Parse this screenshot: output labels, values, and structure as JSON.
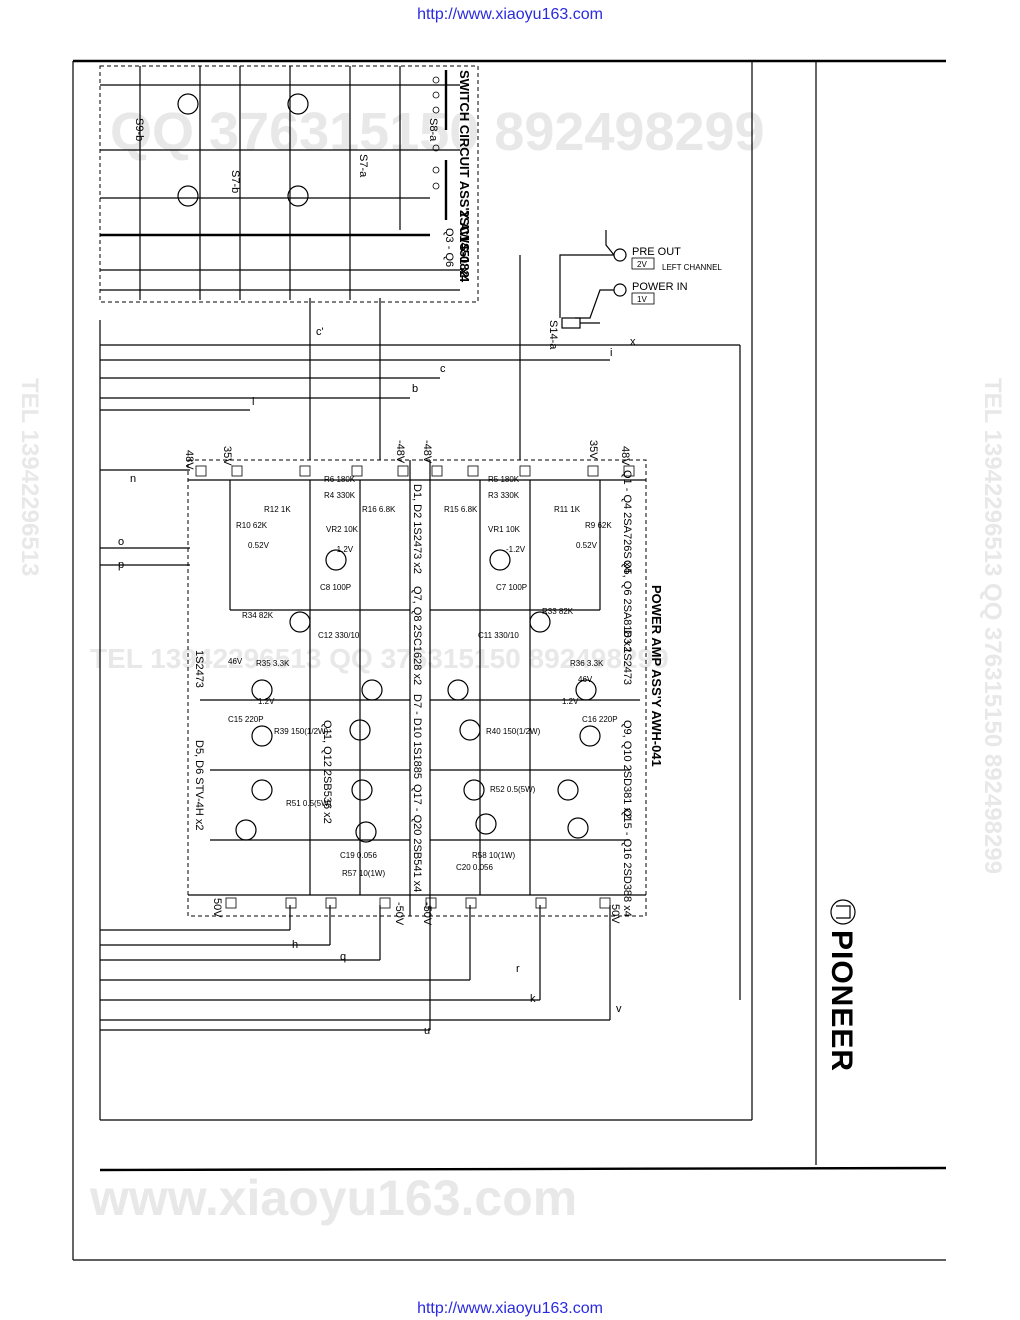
{
  "header_url": "http://www.xiaoyu163.com",
  "footer_url": "http://www.xiaoyu163.com",
  "watermarks": {
    "qq": "QQ 376315150  892498299",
    "tel_right": "TEL 13942296513  QQ 376315150  892498299",
    "tel_left": "TEL 13942296513",
    "tel_middle": "TEL 13942296513  QQ 376315150  892498299",
    "site": "www.xiaoyu163.com"
  },
  "switch_assy": {
    "title": "SWITCH CIRCUIT ASS'Y  AWS-082",
    "part_note": "2SC1451 x4",
    "transistors": "Q3 - Q6",
    "switches": [
      "S8-a",
      "S7-a",
      "S9-b",
      "S7-b"
    ]
  },
  "output_jacks": {
    "pre_out": "PRE OUT",
    "pre_out_level": "2V",
    "channel": "LEFT CHANNEL",
    "power_in": "POWER IN",
    "power_in_level": "1V",
    "switch": "S14-a"
  },
  "power_amp": {
    "title": "POWER AMP ASS'Y  AWH-041",
    "parts": [
      "Q1 - Q4  2SA726S x4",
      "Q5, Q6  2SA818 x2",
      "D3  1S2473",
      "Q9, Q10  2SD381 x2",
      "Q15 - Q16  2SD388 x4",
      "D1, D2  1S2473 x2",
      "Q7, Q8  2SC1628 x2",
      "D7 - D10  1S1885",
      "Q17 - Q20  2SB541 x4",
      "Q11, Q12  2SB536 x2",
      "D5, D6  STV-4H x2",
      "1S2473"
    ],
    "rail_labels": [
      "48V",
      "35V",
      "-48V",
      "-48V",
      "35V",
      "48V",
      "-50V",
      "-50V",
      "50V",
      "50V"
    ],
    "component_labels": [
      "R4 330K",
      "R3 330K",
      "R5 180K",
      "R6 180K",
      "R9 62K",
      "R10 62K",
      "R11 1K",
      "R12 1K",
      "R15 6.8K",
      "R16 6.8K",
      "VR1 10K",
      "VR2 10K",
      "C7 100P",
      "C8 100P",
      "C12 330/10",
      "C11 330/10",
      "R33 82K",
      "R34 82K",
      "R35 3.3K",
      "R36 3.3K",
      "C15 220P",
      "C16 220P",
      "R39 150(1/2W)",
      "R40 150(1/2W)",
      "R51 0.5(5W)",
      "R52 0.5(5W)",
      "C19 0.056",
      "C20 0.056",
      "R57 10(1W)",
      "R58 10(1W)",
      "0.52V",
      "0.52V",
      "46V",
      "46V",
      "1.2V",
      "1.2V",
      "-1.2V",
      "-1.2V"
    ]
  },
  "wire_letters": [
    "c'",
    "c",
    "l",
    "b",
    "i",
    "x",
    "n",
    "o",
    "p",
    "h",
    "q",
    "r",
    "k",
    "u",
    "v"
  ],
  "brand": "PIONEER"
}
